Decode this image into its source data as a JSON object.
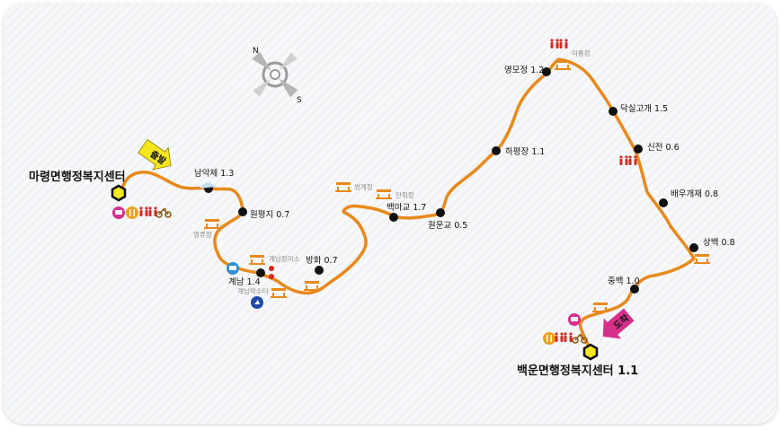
{
  "start": {
    "name": "마령면행정복지센터",
    "badge": "출발"
  },
  "end": {
    "name": "백운면행정복지센터 1.1",
    "badge": "도착"
  },
  "stops": {
    "namakje": "남악제 1.3",
    "wonpyeongji": "원평지 0.7",
    "gyenam": "계남 1.4",
    "banghwa": "방화 0.7",
    "baengmagyo": "백마교 1.7",
    "wonungyo": "원운교 0.5",
    "hapyeongjang": "하평장 1.1",
    "yeongmojeong": "영모정 1.2",
    "daksilgogae": "닥실고개 1.5",
    "sinjeon": "신전 0.6",
    "baeugaejae": "배우개재 0.8",
    "sangbaek": "상백 0.8",
    "jungbaek": "중백 1.0"
  },
  "pavilions": {
    "yeongryujeong": "영류정",
    "gyenamjeongmiso": "계남정미소",
    "gyenamyaksuteo": "계남약수터",
    "ssanggyejeong": "쌍계정",
    "manchwijeong": "만취정",
    "miryujeong": "미륭정"
  },
  "compass": {
    "n": "N",
    "s": "S"
  },
  "colors": {
    "route": "#e8891c",
    "stop": "#111111",
    "start_badge": "#f5e61e",
    "end_badge": "#d7308a",
    "amenity": "#d42a20",
    "frame": "#f7f8fa"
  },
  "icons": [
    "compass-icon",
    "bus-stop-icon",
    "restaurant-icon",
    "restroom-icon",
    "bike-icon",
    "pavilion-icon",
    "water-fountain-icon",
    "parking-icon"
  ]
}
